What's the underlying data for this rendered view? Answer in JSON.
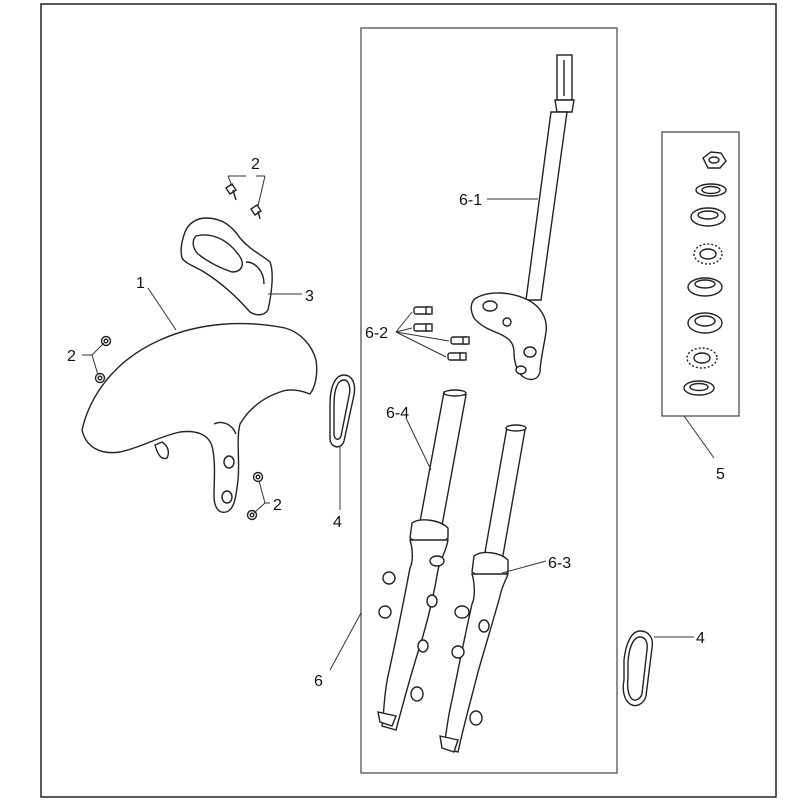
{
  "callouts": {
    "c1": "1",
    "c2a": "2",
    "c2b": "2",
    "c2c": "2",
    "c3": "3",
    "c4a": "4",
    "c4b": "4",
    "c5": "5",
    "c6": "6",
    "c61": "6-1",
    "c62": "6-2",
    "c63": "6-3",
    "c64": "6-4"
  }
}
